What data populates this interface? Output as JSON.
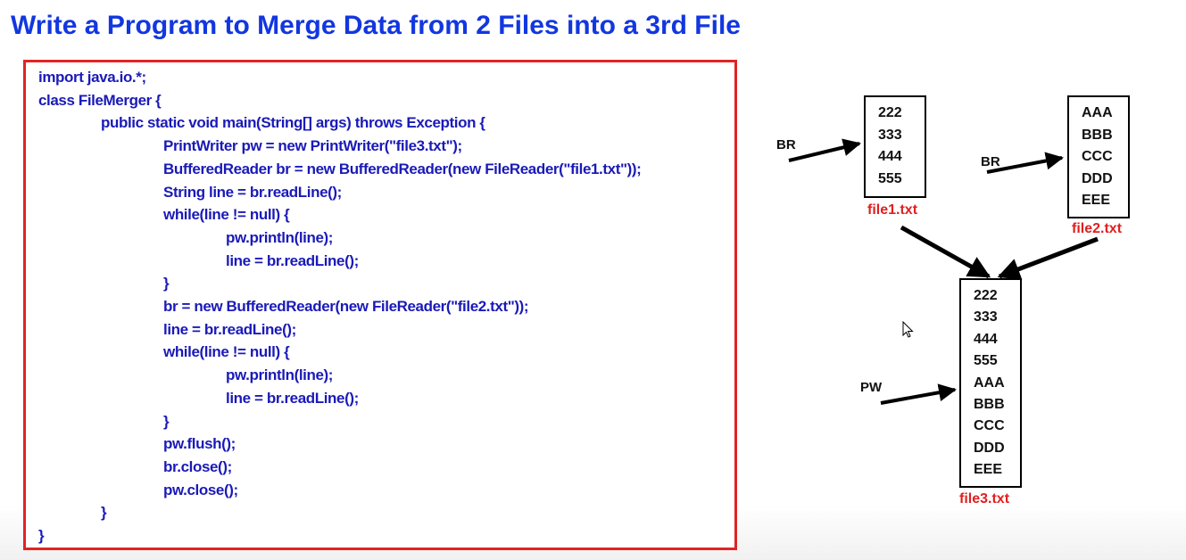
{
  "title": "Write a Program to Merge Data from 2 Files into a 3rd File",
  "code": [
    {
      "indent": 0,
      "text": "import java.io.*;"
    },
    {
      "indent": 0,
      "text": "class FileMerger {"
    },
    {
      "indent": 1,
      "text": "public static void main(String[] args) throws Exception {"
    },
    {
      "indent": 2,
      "text": "PrintWriter pw = new PrintWriter(\"file3.txt\");"
    },
    {
      "indent": 2,
      "text": "BufferedReader br = new BufferedReader(new FileReader(\"file1.txt\"));"
    },
    {
      "indent": 2,
      "text": "String line = br.readLine();"
    },
    {
      "indent": 2,
      "text": "while(line != null) {"
    },
    {
      "indent": 3,
      "text": "pw.println(line);"
    },
    {
      "indent": 3,
      "text": "line = br.readLine();"
    },
    {
      "indent": 2,
      "text": "}"
    },
    {
      "indent": 2,
      "text": "br = new BufferedReader(new FileReader(\"file2.txt\"));"
    },
    {
      "indent": 2,
      "text": "line = br.readLine();"
    },
    {
      "indent": 2,
      "text": "while(line != null) {"
    },
    {
      "indent": 3,
      "text": "pw.println(line);"
    },
    {
      "indent": 3,
      "text": "line = br.readLine();"
    },
    {
      "indent": 2,
      "text": "}"
    },
    {
      "indent": 2,
      "text": "pw.flush();"
    },
    {
      "indent": 2,
      "text": "br.close();"
    },
    {
      "indent": 2,
      "text": "pw.close();"
    },
    {
      "indent": 1,
      "text": "}"
    },
    {
      "indent": 0,
      "text": "}"
    }
  ],
  "diagram": {
    "file1": {
      "label": "file1.txt",
      "lines": [
        "222",
        "333",
        "444",
        "555"
      ],
      "pointer": "BR"
    },
    "file2": {
      "label": "file2.txt",
      "lines": [
        "AAA",
        "BBB",
        "CCC",
        "DDD",
        "EEE"
      ],
      "pointer": "BR"
    },
    "file3": {
      "label": "file3.txt",
      "lines": [
        "222",
        "333",
        "444",
        "555",
        "AAA",
        "BBB",
        "CCC",
        "DDD",
        "EEE"
      ],
      "pointer": "PW"
    }
  },
  "colors": {
    "title": "#1237e0",
    "code": "#1a1ab8",
    "border": "#e02424",
    "file_label": "#e02020"
  },
  "icons": [
    "mouse-cursor-icon"
  ]
}
